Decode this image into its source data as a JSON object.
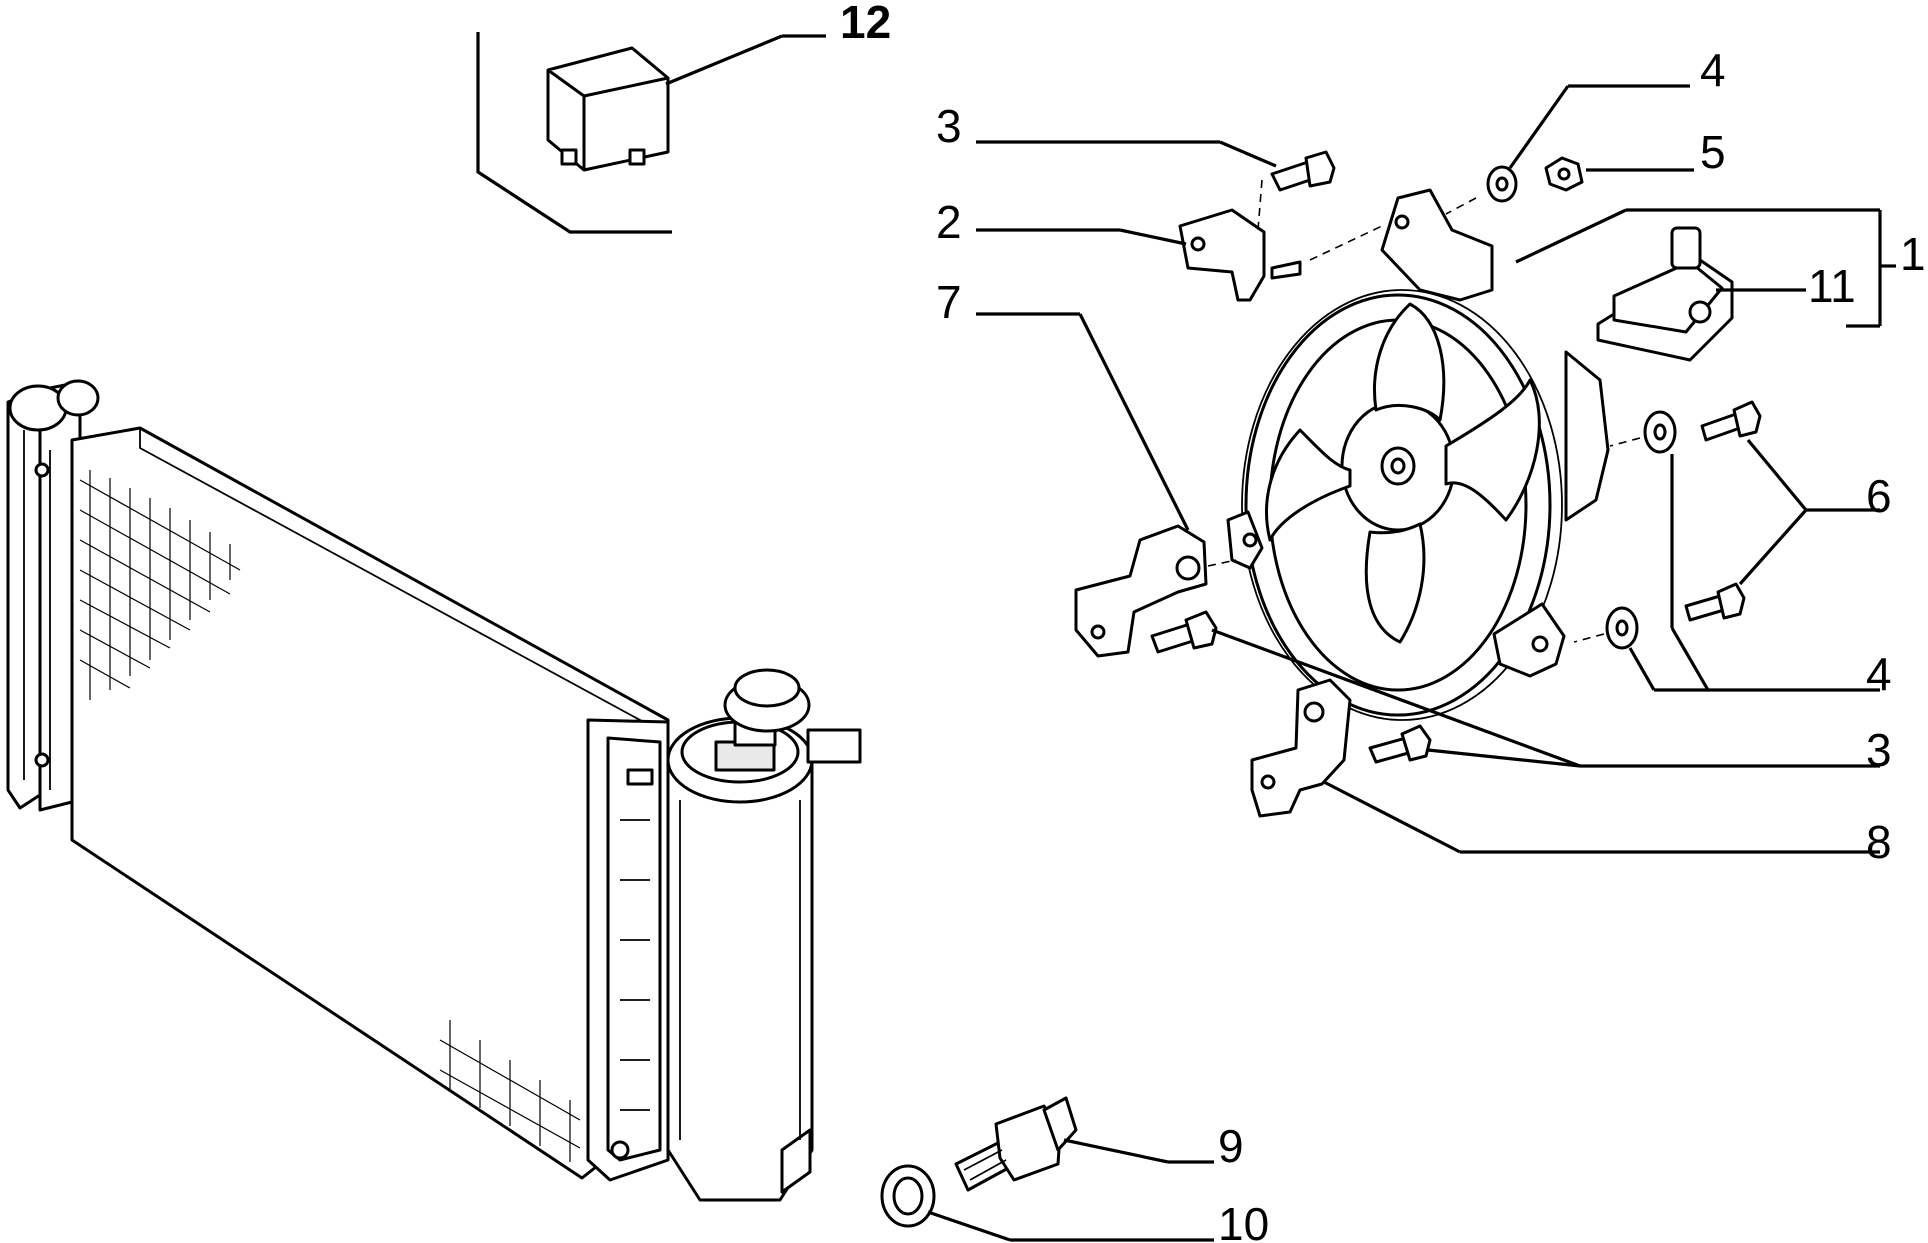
{
  "diagram": {
    "callouts": {
      "c1": "1",
      "c2": "2",
      "c3a": "3",
      "c3b": "3",
      "c4a": "4",
      "c4b": "4",
      "c5": "5",
      "c6": "6",
      "c7": "7",
      "c8": "8",
      "c9": "9",
      "c10": "10",
      "c11": "11",
      "c12": "12"
    },
    "parts": {
      "relay": "relay-icon",
      "radiator": "radiator-icon",
      "fan": "cooling-fan-icon",
      "resistor": "fan-resistor-icon",
      "sensor": "temperature-sensor-icon",
      "washer": "seal-washer-icon",
      "reservoir": "expansion-tank-icon"
    }
  }
}
